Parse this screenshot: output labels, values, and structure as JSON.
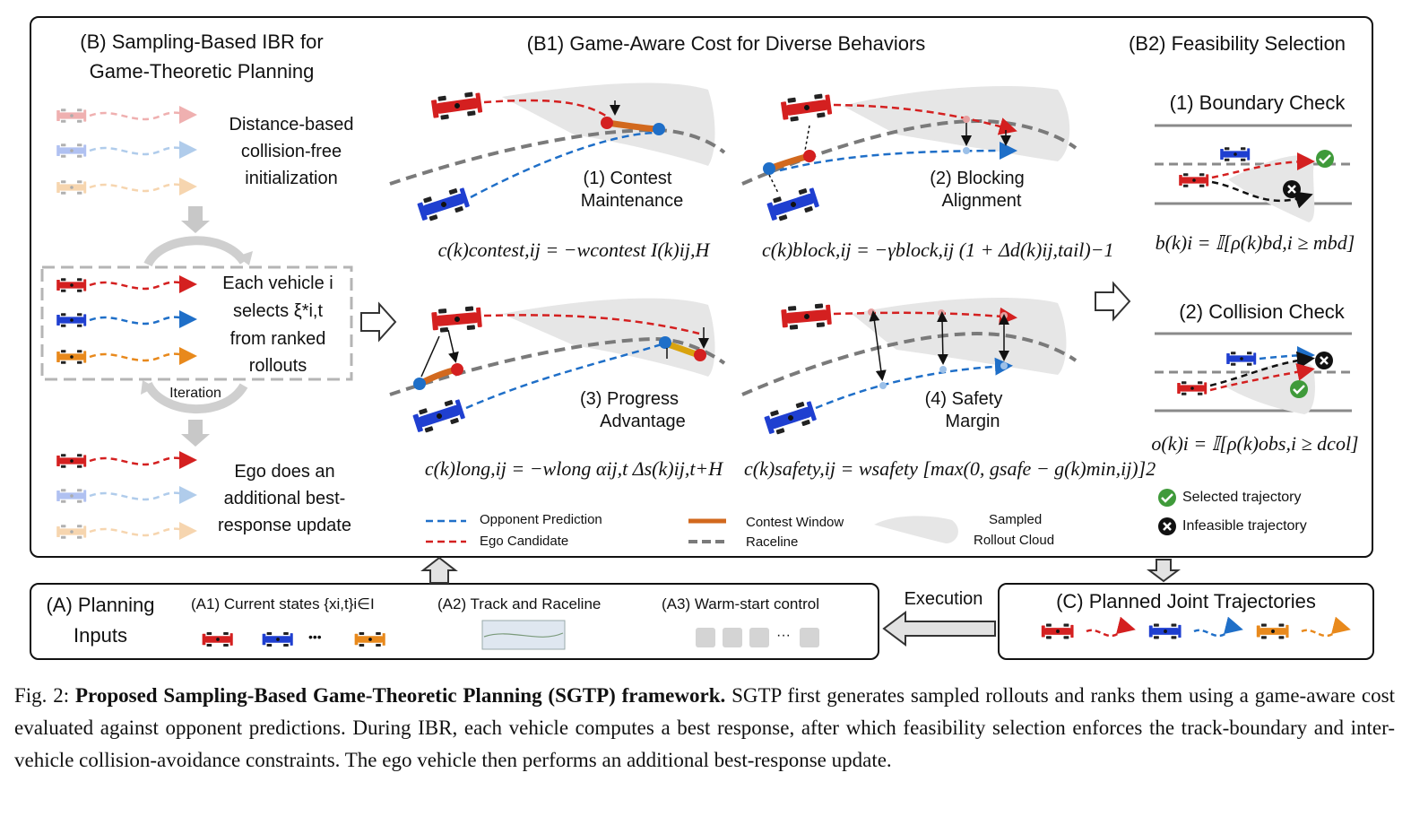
{
  "panel_b": {
    "title_line1": "(B) Sampling-Based IBR for",
    "title_line2": "Game-Theoretic Planning",
    "init_text": [
      "Distance-based",
      "collision-free",
      "initialization"
    ],
    "select_text": [
      "Each vehicle i",
      "selects ξ*i,t",
      "from ranked",
      "rollouts"
    ],
    "iteration_label": "Iteration",
    "ego_text": [
      "Ego does an",
      "additional best-",
      "response update"
    ]
  },
  "panel_b1": {
    "title": "(B1) Game-Aware Cost for Diverse Behaviors",
    "sub1": [
      "(1) Contest",
      "Maintenance"
    ],
    "sub2": [
      "(2) Blocking",
      "Alignment"
    ],
    "sub3": [
      "(3) Progress",
      "Advantage"
    ],
    "sub4": [
      "(4) Safety",
      "Margin"
    ],
    "eq1": "c(k)contest,ij = −wcontest I(k)ij,H",
    "eq2": "c(k)block,ij = −γblock,ij (1 + Δd(k)ij,tail)−1",
    "eq3": "c(k)long,ij = −wlong αij,t Δs(k)ij,t+H",
    "eq4": "c(k)safety,ij = wsafety [max(0, gsafe − g(k)min,ij)]2",
    "legend": {
      "opponent": "Opponent Prediction",
      "ego": "Ego Candidate",
      "contest": "Contest Window",
      "raceline": "Raceline",
      "cloud1": "Sampled",
      "cloud2": "Rollout Cloud"
    }
  },
  "panel_b2": {
    "title": "(B2) Feasibility Selection",
    "boundary_title": "(1) Boundary Check",
    "boundary_eq": "b(k)i = 𝕀[ρ(k)bd,i ≥ mbd]",
    "collision_title": "(2) Collision Check",
    "collision_eq": "o(k)i = 𝕀[ρ(k)obs,i ≥ dcol]",
    "selected_label": "Selected trajectory",
    "infeasible_label": "Infeasible trajectory"
  },
  "panel_a": {
    "title_line1": "(A) Planning",
    "title_line2": "Inputs",
    "a1": "(A1) Current states {xi,t}i∈I",
    "a2": "(A2) Track and Raceline",
    "a3": "(A3) Warm-start control",
    "dots": "•••",
    "ellipsis": "···"
  },
  "panel_c": {
    "title": "(C) Planned Joint Trajectories",
    "execution": "Execution"
  },
  "caption": {
    "prefix": "Fig. 2: ",
    "bold": "Proposed Sampling-Based Game-Theoretic Planning (SGTP) framework.",
    "rest": " SGTP first generates sampled rollouts and ranks them using a game-aware cost evaluated against opponent predictions. During IBR, each vehicle computes a best response, after which feasibility selection enforces the track-boundary and inter-vehicle collision-avoidance constraints. The ego vehicle then performs an additional best-response update."
  },
  "colors": {
    "ego": "#d42020",
    "opponent": "#1f6fc8",
    "orange": "#e8891c",
    "contest": "#d2691e",
    "raceline": "#7a7a7a",
    "cloud": "#e6e6e6",
    "check_green": "#3f9a3a"
  },
  "icons": [
    "car-red-icon",
    "car-blue-icon",
    "car-orange-icon",
    "check-icon",
    "cross-icon",
    "arrow-right-icon",
    "arrow-down-icon",
    "arrow-up-icon",
    "arrow-left-icon"
  ]
}
